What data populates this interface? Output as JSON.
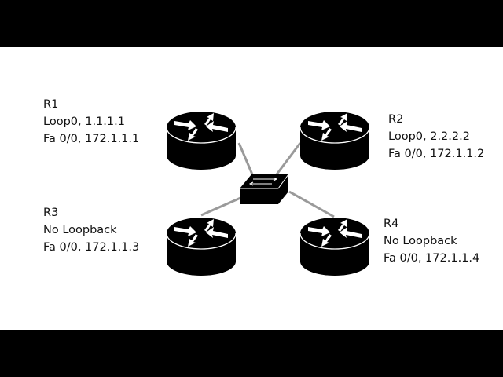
{
  "routers": [
    {
      "name": "R1",
      "loopback": "Loop0, 1.1.1.1",
      "interface": "Fa 0/0, 172.1.1.1"
    },
    {
      "name": "R2",
      "loopback": "Loop0, 2.2.2.2",
      "interface": "Fa 0/0, 172.1.1.2"
    },
    {
      "name": "R3",
      "loopback": "No Loopback",
      "interface": "Fa 0/0, 172.1.1.3"
    },
    {
      "name": "R4",
      "loopback": "No Loopback",
      "interface": "Fa 0/0, 172.1.1.4"
    }
  ],
  "colors": {
    "background": "#ffffff",
    "letterbox": "#000000",
    "link": "#9a9a9a",
    "device": "#000000"
  },
  "icons": {
    "router": "router-icon",
    "switch": "switch-icon"
  }
}
